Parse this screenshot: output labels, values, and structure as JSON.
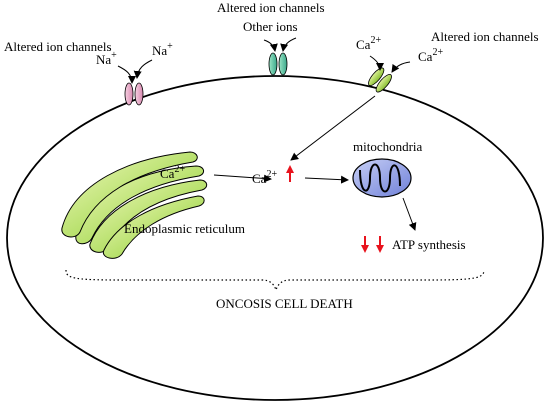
{
  "labels": {
    "na_channel_title": "Altered ion channels",
    "na_left": "Na",
    "na_left_charge": "+",
    "na_right": "Na",
    "na_right_charge": "+",
    "other_channel_title": "Altered ion channels",
    "other_ions": "Other ions",
    "ca_channel_title": "Altered ion channels",
    "ca_left": "Ca",
    "ca_left_charge": "2+",
    "ca_right": "Ca",
    "ca_right_charge": "2+",
    "er_ca": "Ca",
    "er_ca_charge": "2+",
    "cyto_ca": "Ca",
    "cyto_ca_charge": "2+",
    "er": "Endoplasmic reticulum",
    "mitochondria": "mitochondria",
    "atp": "ATP synthesis",
    "death": "ONCOSIS CELL DEATH"
  },
  "colors": {
    "na_channel": "#e8a3c4",
    "other_channel": "#5fc7a4",
    "ca_channel": "#a6d84a",
    "er_light": "#f0f8b8",
    "er_dark": "#5fc232",
    "mito_fill": "#9aa8e6",
    "red_arrow": "#e8131d"
  },
  "icons": {
    "increase": "red-up-arrow",
    "decrease": "red-down-arrow"
  }
}
